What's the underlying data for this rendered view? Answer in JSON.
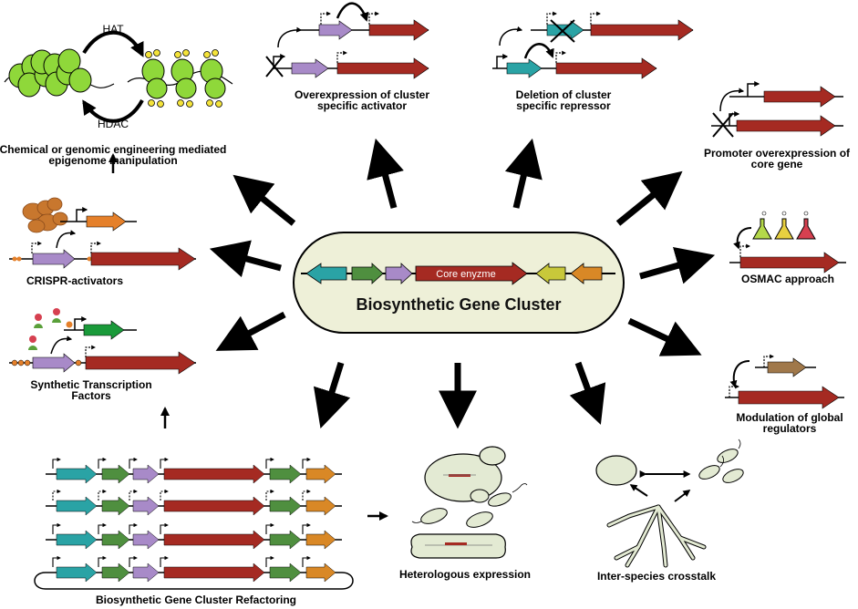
{
  "center": {
    "title": "Biosynthetic Gene Cluster",
    "core_label": "Core enyzme"
  },
  "labels": {
    "hat": "HAT",
    "hdac": "HDAC",
    "epigenome_line1": "Chemical or genomic engineering mediated",
    "epigenome_line2": "epigenome manipulation",
    "activator_line1": "Overexpression of cluster",
    "activator_line2": "specific activator",
    "repressor_line1": "Deletion of cluster",
    "repressor_line2": "specific repressor",
    "promoter_line1": "Promoter overexpression of",
    "promoter_line2": "core gene",
    "crispr": "CRISPR-activators",
    "osmac": "OSMAC approach",
    "stf_line1": "Synthetic Transcription",
    "stf_line2": "Factors",
    "global_line1": "Modulation of global",
    "global_line2": "regulators",
    "refactoring": "Biosynthetic Gene Cluster Refactoring",
    "heterologous": "Heterologous expression",
    "crosstalk": "Inter-species crosstalk"
  },
  "colors": {
    "core_red": "#a52a22",
    "activator_purple": "#a88ac8",
    "repressor_teal": "#2aa3a5",
    "green": "#4f8f3f",
    "orange": "#d98826",
    "lime": "#c8c83a",
    "brown": "#a0784a",
    "capsule_fill": "#eef0d8",
    "nucleosome_green": "#8fd83a"
  }
}
